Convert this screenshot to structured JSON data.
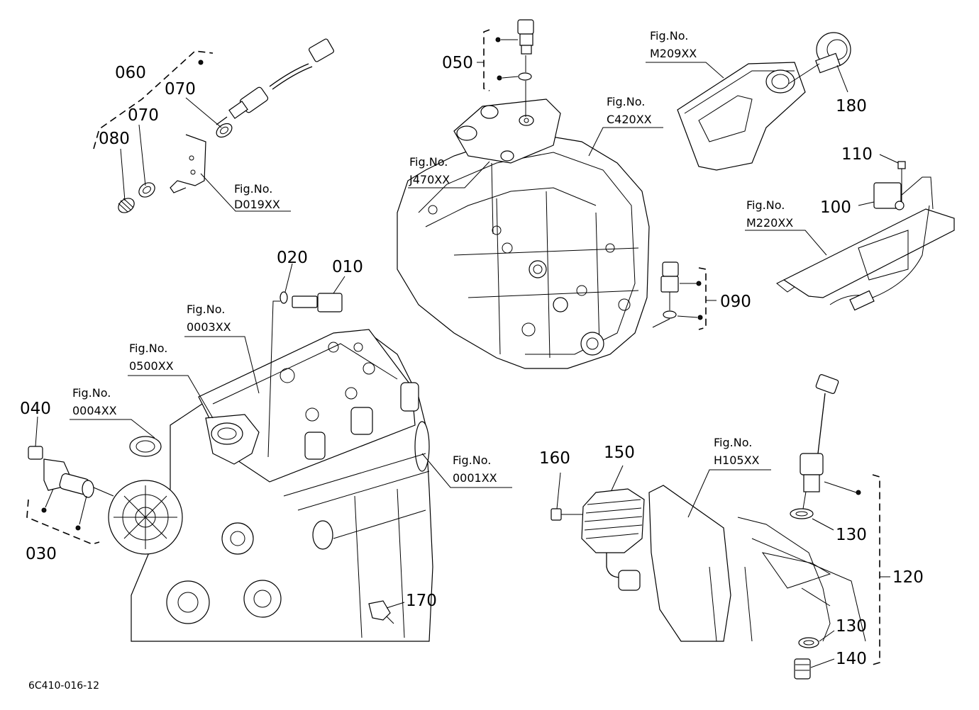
{
  "parts": {
    "p010": "010",
    "p020": "020",
    "p030": "030",
    "p040": "040",
    "p050": "050",
    "p060": "060",
    "p070a": "070",
    "p070b": "070",
    "p080": "080",
    "p090": "090",
    "p100": "100",
    "p110": "110",
    "p120": "120",
    "p130a": "130",
    "p130b": "130",
    "p140": "140",
    "p150": "150",
    "p160": "160",
    "p170": "170",
    "p180": "180"
  },
  "fig_refs": {
    "label": "Fig.No.",
    "d019": "D019XX",
    "j470": "J470XX",
    "c420": "C420XX",
    "m209": "M209XX",
    "m220": "M220XX",
    "f0003": "0003XX",
    "f0500": "0500XX",
    "f0004": "0004XX",
    "f0001": "0001XX",
    "h105": "H105XX"
  },
  "drawing_code": "6C410-016-12"
}
